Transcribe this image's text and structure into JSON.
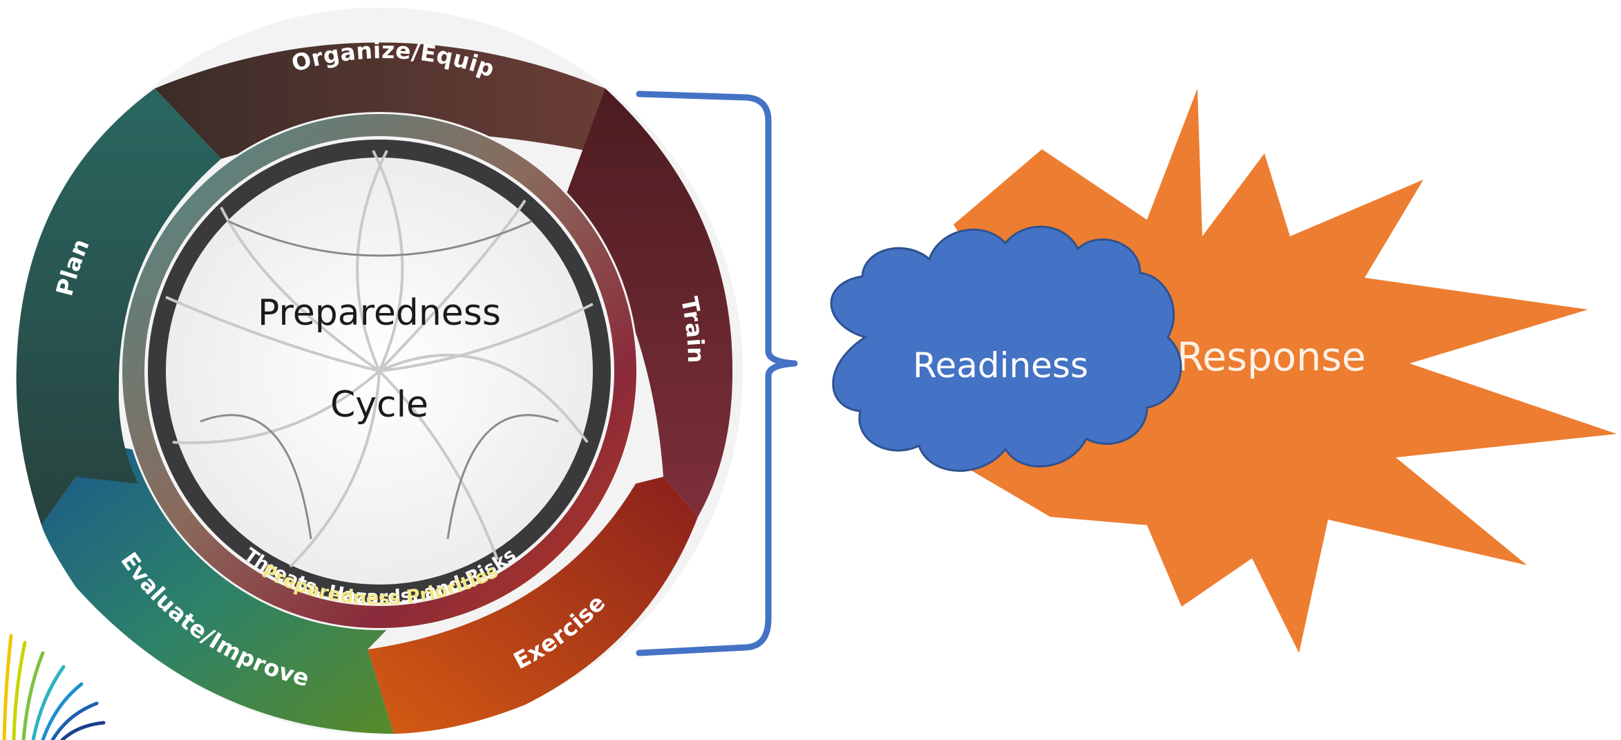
{
  "cycle": {
    "center_line1": "Preparedness",
    "center_line2": "Cycle",
    "segments": {
      "organize": "Organize/Equip",
      "train": "Train",
      "exercise": "Exercise",
      "evaluate": "Evaluate/Improve",
      "plan": "Plan"
    },
    "inner_ring_text": "Threats, Hazards, and Risks",
    "inner_ring_subtext": "Preparedness Priorities"
  },
  "readiness": {
    "label": "Readiness"
  },
  "response": {
    "label": "Response"
  },
  "colors": {
    "organize": "#5a3530",
    "train": "#6d2830",
    "exercise": "#b84a18",
    "evaluate": "#2e8268",
    "plan": "#2b5a56",
    "bracket": "#4472c4",
    "cloud_fill": "#4472c4",
    "cloud_text": "#ffffff",
    "star_fill": "#ed7d31",
    "star_text": "#fff2e6"
  }
}
